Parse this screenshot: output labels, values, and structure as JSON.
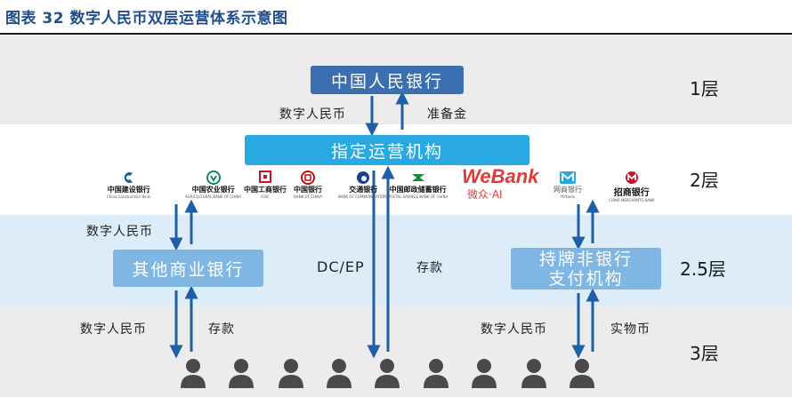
{
  "title": "图表 32 数字人民币双层运营体系示意图",
  "nodes": {
    "central_bank": "中国人民银行",
    "operators": "指定运营机构",
    "other_banks": "其他商业银行",
    "third_party_line1": "持牌非银行",
    "third_party_line2": "支付机构"
  },
  "flows": {
    "pboc_down": "数字人民币",
    "pboc_up": "准备金",
    "to_other_banks": "数字人民币",
    "dc_ep": "DC/EP",
    "deposit_mid": "存款",
    "users_left_down": "数字人民币",
    "users_left_up": "存款",
    "users_right_down": "数字人民币",
    "users_right_up": "实物币"
  },
  "layers": [
    "1层",
    "2层",
    "2.5层",
    "3层"
  ],
  "logos": [
    {
      "name": "中国建设银行",
      "sub": "China Construction Bank",
      "color": "#1b5ea8"
    },
    {
      "name": "中国农业银行",
      "sub": "AGRICULTURAL BANK OF CHINA",
      "color": "#148a5a"
    },
    {
      "name": "中国工商银行",
      "sub": "ICBC",
      "color": "#c8102e"
    },
    {
      "name": "中国银行",
      "sub": "BANK OF CHINA",
      "color": "#b5121b"
    },
    {
      "name": "交通银行",
      "sub": "BANK OF COMMUNICATIONS",
      "color": "#1c3f8f"
    },
    {
      "name": "中国邮政储蓄银行",
      "sub": "POSTAL SAVINGS BANK OF CHINA",
      "color": "#1b8a3a"
    },
    {
      "name": "网商银行",
      "sub": "MYbank",
      "color": "#26a8e0"
    },
    {
      "name": "招商银行",
      "sub": "CHINA MERCHANTS BANK",
      "color": "#c8102e"
    }
  ],
  "webank": {
    "name": "WeBank",
    "sub": "微众·AI",
    "color": "#e03a3a"
  },
  "colors": {
    "dark_blue": "#3b6fb0",
    "bright_blue": "#29a9e1",
    "light_blue": "#7fb6e3",
    "person": "#4a4a4a"
  }
}
